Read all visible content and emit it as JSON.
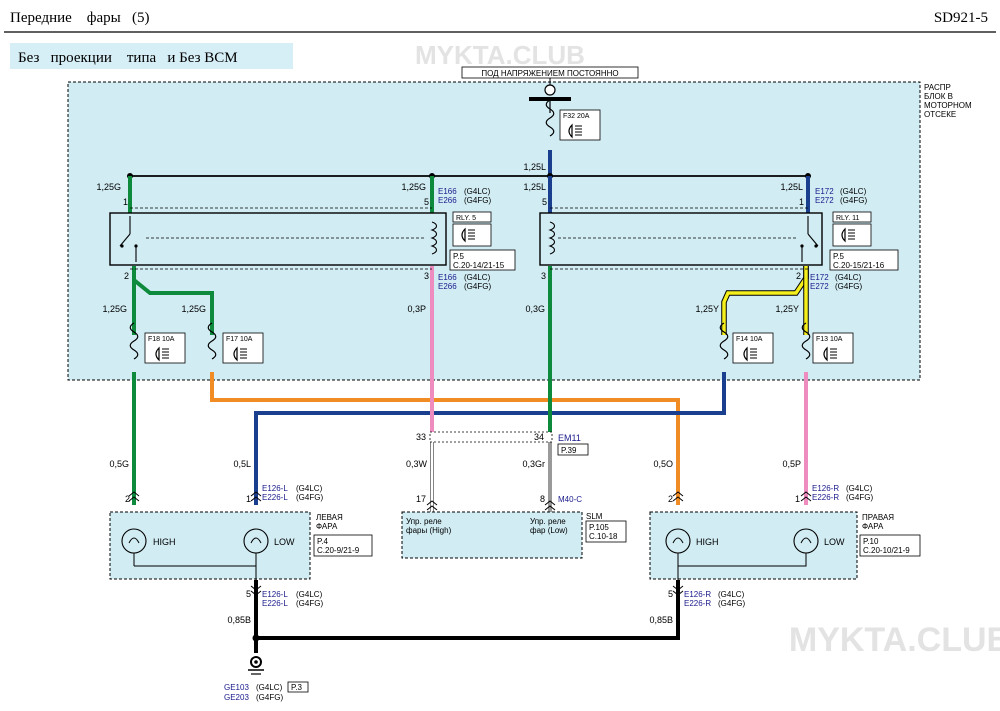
{
  "header": {
    "title": "Передние    фары   (5)",
    "code": "SD921-5"
  },
  "variant_label": "Без   проекции    типа   и Без ВСМ",
  "watermarks": {
    "top": "MYKTA.CLUB",
    "bottom": "MYKTA.CLUB"
  },
  "power_label": "ПОД НАПРЯЖЕНИЕМ  ПОСТОЯННО",
  "block_label": [
    "РАСПР",
    "БЛОК  В",
    "МОТОРНОМ",
    "ОТСЕКЕ"
  ],
  "fuses": {
    "f32": "F32 20A",
    "f18": "F18 10A",
    "f17": "F17 10A",
    "f14": "F14 10A",
    "f13": "F13 10A"
  },
  "relays": {
    "rly5": {
      "name": "RLY. 5",
      "page": "P.5",
      "ref": "C.20-14/21-15",
      "c1": "E166",
      "c2": "E266",
      "c1e": "(G4LC)",
      "c2e": "(G4FG)"
    },
    "rly11": {
      "name": "RLY. 11",
      "page": "P.5",
      "ref": "C.20-15/21-16",
      "c1": "E172",
      "c2": "E272",
      "c1e": "(G4LC)",
      "c2e": "(G4FG)"
    }
  },
  "wires": {
    "w125L": "1,25L",
    "w125G": "1,25G",
    "w125Y": "1,25Y",
    "w03P": "0,3P",
    "w03G": "0,3G",
    "w03W": "0,3W",
    "w03Gr": "0,3Gr",
    "w05G": "0,5G",
    "w05L": "0,5L",
    "w05O": "0,5O",
    "w05P": "0,5P",
    "w085B": "0,85B"
  },
  "pins": {
    "p1": "1",
    "p2": "2",
    "p3": "3",
    "p5": "5",
    "p8": "8",
    "p17": "17",
    "p33": "33",
    "p34": "34"
  },
  "em11": {
    "name": "EM11",
    "page": "P.39"
  },
  "left_lamp": {
    "title": [
      "ЛЕВАЯ",
      "ФАРА"
    ],
    "high": "HIGH",
    "low": "LOW",
    "page": "P.4",
    "ref": "C.20-9/21-9",
    "c1": "E126-L",
    "c2": "E226-L",
    "c1e": "(G4LC)",
    "c2e": "(G4FG)"
  },
  "right_lamp": {
    "title": [
      "ПРАВАЯ",
      "ФАРА"
    ],
    "high": "HIGH",
    "low": "LOW",
    "page": "P.10",
    "ref": "C.20-10/21-9",
    "c1": "E126-R",
    "c2": "E226-R",
    "c1e": "(G4LC)",
    "c2e": "(G4FG)"
  },
  "slm": {
    "conn": "M40-C",
    "name": "SLM",
    "page": "P.105",
    "ref": "C.10-18",
    "high": [
      "Упр. реле",
      "фары (High)"
    ],
    "low": [
      "Упр. реле",
      "фар (Low)"
    ]
  },
  "ground": {
    "g1": "GE103",
    "g2": "GE203",
    "g1e": "(G4LC)",
    "g2e": "(G4FG)",
    "page": "P.3"
  },
  "colors": {
    "green": "#0e8a3c",
    "blue": "#1b3f8f",
    "pink": "#ee8cc0",
    "orange": "#f08c23",
    "yellow": "#f5f01c",
    "white": "#ffffff",
    "gray": "#9a9a9a",
    "black": "#000000",
    "panel": "#d1ecf3",
    "label_bg": "#d6eef6"
  }
}
